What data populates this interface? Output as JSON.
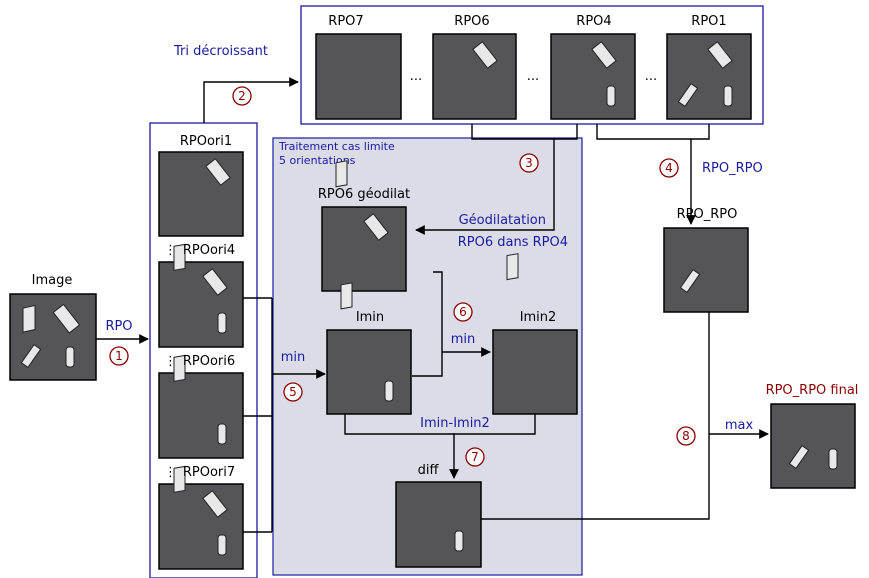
{
  "blocks": {
    "image": "Image",
    "rpo7": "RPO7",
    "rpo6": "RPO6",
    "rpo4": "RPO4",
    "rpo1": "RPO1",
    "ori1": "RPOori1",
    "ori4": "RPOori4",
    "ori6": "RPOori6",
    "ori7": "RPOori7",
    "geodilat": "RPO6 géodilat",
    "imin": "Imin",
    "imin2": "Imin2",
    "diff": "diff",
    "rpo_rpo": "RPO_RPO",
    "final": "RPO_RPO final"
  },
  "arrow_labels": {
    "rpo": "RPO",
    "tri": "Tri décroissant",
    "min_left": "min",
    "min_mid": "min",
    "geodilatation": "Géodilatation",
    "rpo6_dans_rpo4": "RPO6 dans RPO4",
    "imin_minus_imin2": "Imin-Imin2",
    "rpo_rpo_edge": "RPO_RPO",
    "max": "max"
  },
  "box_title": {
    "line1": "Traitement cas limite",
    "line2": "5 orientations"
  },
  "dots": "...",
  "vdots": "⋮",
  "steps": [
    "1",
    "2",
    "3",
    "4",
    "5",
    "6",
    "7",
    "8"
  ],
  "colors": {
    "panel": "#555558",
    "accent_blue": "#1a1aa0",
    "step_red": "#8b0000",
    "box_fill": "#dcdce8"
  }
}
